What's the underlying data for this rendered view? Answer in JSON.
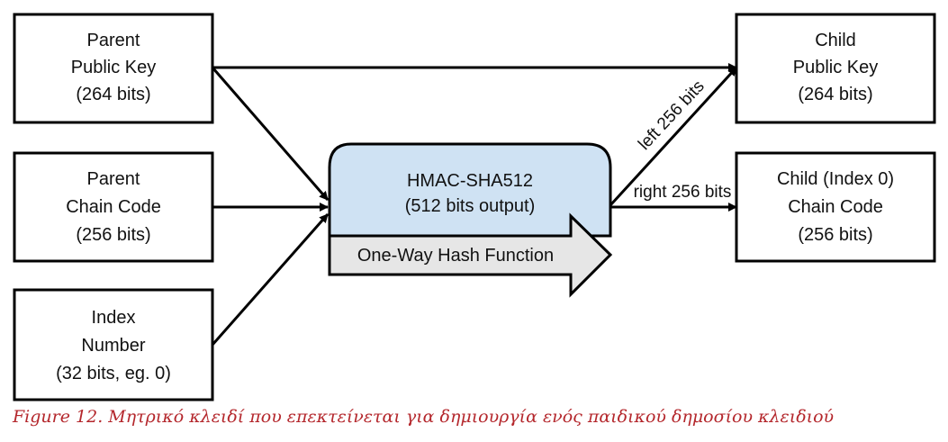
{
  "nodes": {
    "parent_public_key": [
      "Parent",
      "Public Key",
      "(264 bits)"
    ],
    "parent_chain_code": [
      "Parent",
      "Chain Code",
      "(256 bits)"
    ],
    "index_number": [
      "Index",
      "Number",
      "(32 bits, eg. 0)"
    ],
    "hmac": [
      "HMAC-SHA512",
      "(512 bits output)"
    ],
    "hash_function": "One-Way Hash Function",
    "child_public_key": [
      "Child",
      "Public Key",
      "(264 bits)"
    ],
    "child_chain_code": [
      "Child (Index 0)",
      "Chain Code",
      "(256 bits)"
    ]
  },
  "edges": {
    "left_label": "left 256 bits",
    "right_label": "right 256 bits"
  },
  "colors": {
    "hmac_fill": "#cfe2f3",
    "arrow_band_fill": "#e6e6e6",
    "caption_color": "#b4272c"
  },
  "caption": "Figure 12. Μητρικό κλειδί που επεκτείνεται για δημιουργία ενός παιδικού δημοσίου κλειδιού"
}
